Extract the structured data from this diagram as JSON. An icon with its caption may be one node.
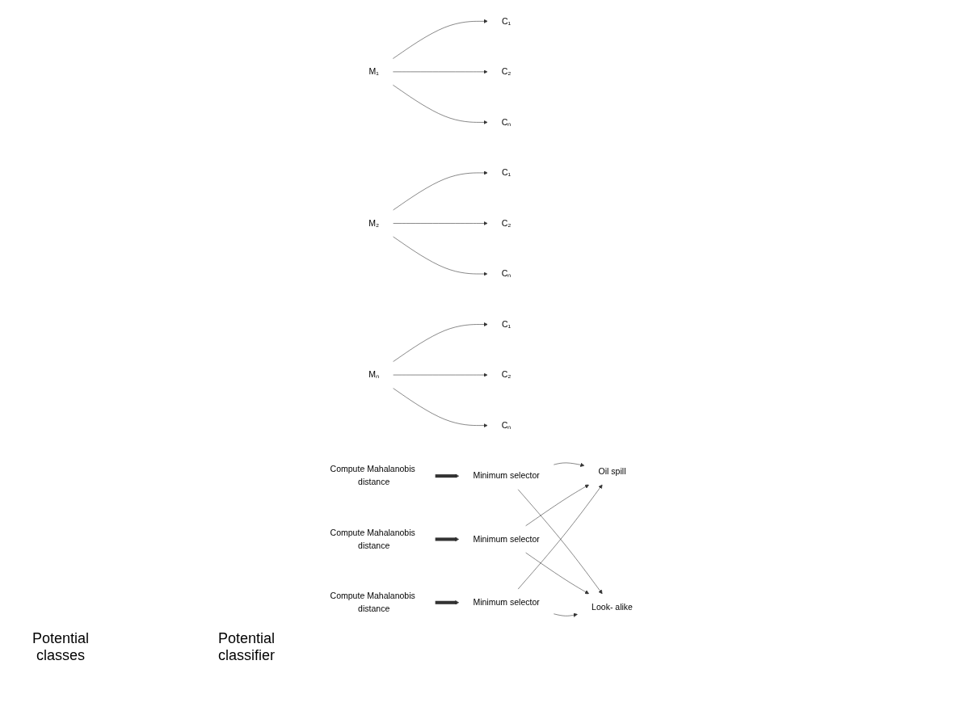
{
  "diagram": {
    "nodes": [
      {
        "text": [
          "M₁"
        ]
      },
      {
        "text": [
          "C₁"
        ]
      },
      {
        "text": [
          "C₂"
        ]
      },
      {
        "text": [
          "Cₙ"
        ]
      },
      {
        "text": [
          "M₂"
        ]
      },
      {
        "text": [
          "C₁"
        ]
      },
      {
        "text": [
          "C₂"
        ]
      },
      {
        "text": [
          "Cₙ"
        ]
      },
      {
        "text": [
          "Mₙ"
        ]
      },
      {
        "text": [
          "C₁"
        ]
      },
      {
        "text": [
          "C₂"
        ]
      },
      {
        "text": [
          "Cₙ"
        ]
      },
      {
        "text": [
          "Compute Mahalanobis distance"
        ]
      },
      {
        "text": [
          "Compute Mahalanobis distance"
        ]
      },
      {
        "text": [
          "Compute Mahalanobis distance"
        ]
      },
      {
        "text": [
          "Minimum selector"
        ]
      },
      {
        "text": [
          "Minimum selector"
        ]
      },
      {
        "text": [
          "Minimum selector"
        ]
      },
      {
        "text": [
          "Oil spill"
        ]
      },
      {
        "text": [
          "Look- alike"
        ]
      }
    ],
    "edges": [
      {
        "from": 0,
        "to": 1,
        "arrow": "to"
      },
      {
        "from": 0,
        "to": 2,
        "arrow": "to"
      },
      {
        "from": 0,
        "to": 3,
        "arrow": "to"
      },
      {
        "from": 4,
        "to": 5,
        "arrow": "to"
      },
      {
        "from": 4,
        "to": 6,
        "arrow": "to"
      },
      {
        "from": 4,
        "to": 7,
        "arrow": "to"
      },
      {
        "from": 8,
        "to": 9,
        "arrow": "to"
      },
      {
        "from": 8,
        "to": 10,
        "arrow": "to"
      },
      {
        "from": 8,
        "to": 11,
        "arrow": "to"
      },
      {
        "from": 12,
        "to": 15,
        "arrow": "to",
        "style": "thick"
      },
      {
        "from": 13,
        "to": 16,
        "arrow": "to",
        "style": "thick"
      },
      {
        "from": 14,
        "to": 17,
        "arrow": "to",
        "style": "thick"
      },
      {
        "from": 15,
        "to": 18,
        "arrow": "to"
      },
      {
        "from": 15,
        "to": 19,
        "arrow": "to"
      },
      {
        "from": 16,
        "to": 18,
        "arrow": "to"
      },
      {
        "from": 16,
        "to": 19,
        "arrow": "to"
      },
      {
        "from": 17,
        "to": 18,
        "arrow": "to"
      },
      {
        "from": 17,
        "to": 19,
        "arrow": "to"
      }
    ],
    "labels": [
      "Potential classes",
      "Potential classifier"
    ]
  }
}
